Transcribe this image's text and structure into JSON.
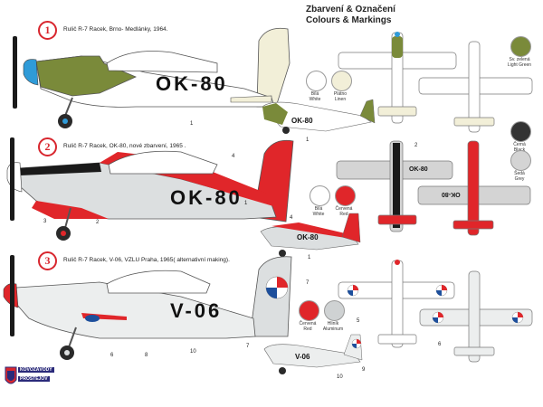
{
  "header": {
    "title_cs": "Zbarvení & Označení",
    "title_en": "Colours & Markings"
  },
  "schemes": [
    {
      "number": "1",
      "label": "Rulič R-7 Racek, Brno- Medlánky, 1964.",
      "registration": "OK-80"
    },
    {
      "number": "2",
      "label": "Rulič R-7 Racek, OK-80, nové zbarvení, 1965 .",
      "registration": "OK-80"
    },
    {
      "number": "3",
      "label": "Rulič R-7 Racek, V-06, VZLU Praha, 1965( alternativní making).",
      "registration": "V-06"
    }
  ],
  "swatches": {
    "light_green": {
      "name": "Sv. zelená\nLight Green",
      "color": "#7a8a3a"
    },
    "white_1": {
      "name": "Bílá\nWhite",
      "color": "#ffffff"
    },
    "linen": {
      "name": "Plátno\nLinen",
      "color": "#f2efd8"
    },
    "black": {
      "name": "Černá\nBlack",
      "color": "#333333"
    },
    "grey": {
      "name": "Šedá\nGrey",
      "color": "#d4d4d4"
    },
    "white_2": {
      "name": "Bílá\nWhite",
      "color": "#ffffff"
    },
    "red_2": {
      "name": "Červená\nRed",
      "color": "#e0262a"
    },
    "red_3": {
      "name": "Červená\nRed",
      "color": "#e0262a"
    },
    "aluminum": {
      "name": "Hliník\nAluminum",
      "color": "#cfd2d3"
    }
  },
  "callouts": {
    "c1a": "1",
    "c1b": "1",
    "c2a": "4",
    "c2b": "1",
    "c2c": "2",
    "c2d": "3",
    "c2e": "4",
    "c2f": "1",
    "c2g": "2",
    "c3a": "7",
    "c3b": "6",
    "c3c": "8",
    "c3d": "10",
    "c3e": "7",
    "c3f": "5",
    "c3g": "6",
    "c3h": "9",
    "c3i": "10"
  },
  "logo": {
    "line1": "KOVOZÁVODY",
    "line2": "PROSTĚJOV"
  },
  "colors": {
    "red": "#e0262a",
    "green": "#7a8a3a",
    "blue": "#2f9bd8",
    "black": "#1a1a1a",
    "linen": "#f2efd8",
    "grey": "#d4d4d4",
    "alu": "#dcdfe0"
  }
}
